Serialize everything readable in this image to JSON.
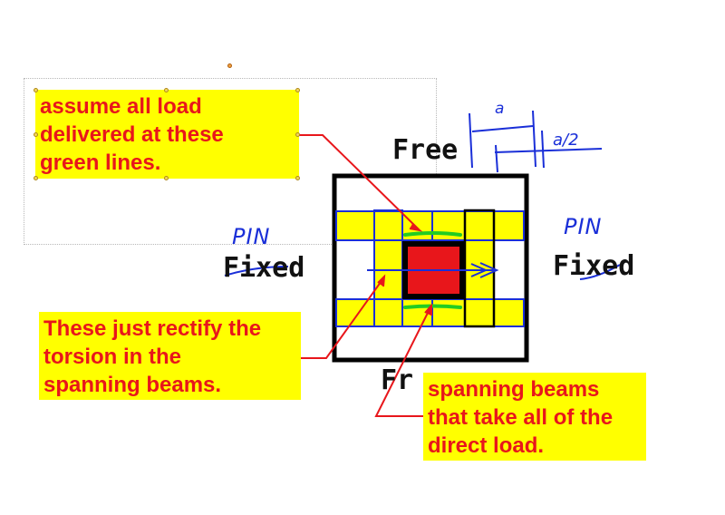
{
  "callouts": {
    "top_left": [
      "assume all load",
      "delivered at these",
      "green lines."
    ],
    "middle_left": [
      "These just rectify the",
      "torsion in the",
      "spanning beams."
    ],
    "bottom_right": [
      "spanning beams",
      "that take all of the",
      "direct load."
    ]
  },
  "edge_labels": {
    "top": "Free",
    "left": "Fixed",
    "right": "Fixed",
    "bottom": "Fr"
  },
  "handwriting": {
    "left_pin": "PIN",
    "right_pin": "PIN",
    "dim_a": "a",
    "dim_a_half": "a/2"
  },
  "colors": {
    "callout_bg": "#ffff00",
    "callout_text": "#e8161b",
    "beam_fill": "#ffff00",
    "beam_outline": "#1a2fd8",
    "opening_fill": "#e8161b",
    "load_line": "#22cc22",
    "annotation_ink": "#1a2fd8",
    "arrow_red": "#e8161b"
  }
}
